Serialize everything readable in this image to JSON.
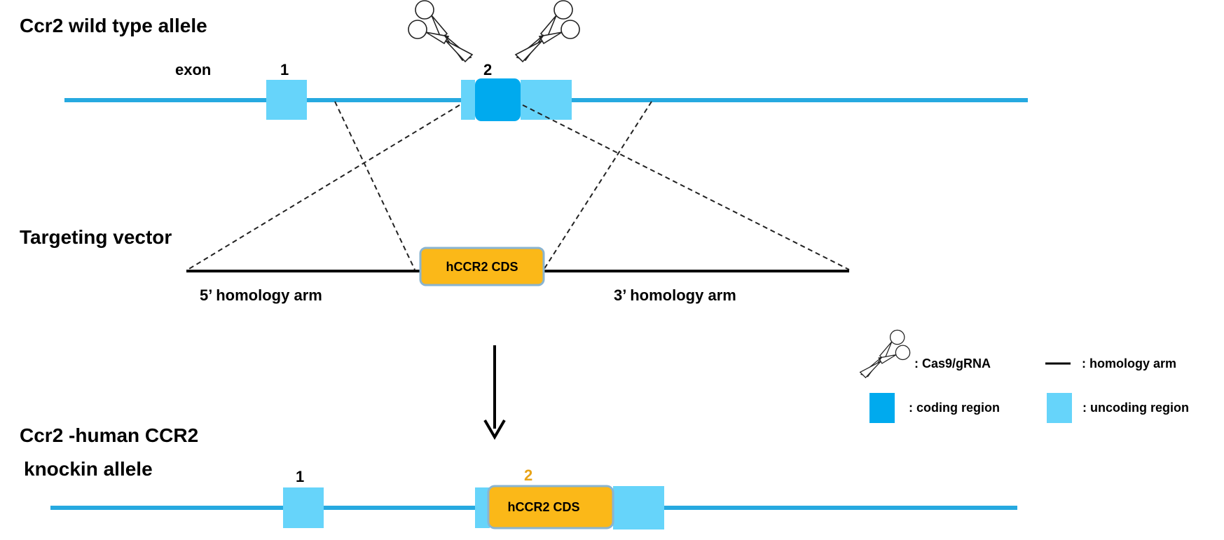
{
  "wt": {
    "title": "Ccr2 wild type allele",
    "exon_label": "exon",
    "exon1_num": "1",
    "exon2_num": "2"
  },
  "vector": {
    "title": "Targeting vector",
    "insert_label": "hCCR2 CDS",
    "arm5_label": "5’ homology arm",
    "arm3_label": "3’ homology arm"
  },
  "ki": {
    "title_line1": "Ccr2 -human CCR2",
    "title_line2": "knockin allele",
    "exon1_num": "1",
    "exon2_num": "2",
    "insert_label": "hCCR2 CDS"
  },
  "legend": {
    "cas9": ": Cas9/gRNA",
    "homology_arm": ": homology arm",
    "coding": ": coding region",
    "uncoding": ": uncoding region"
  },
  "colors": {
    "gene_line": "#26a9e0",
    "uncoding": "#66d4fa",
    "coding": "#00aaee",
    "insert": "#fbb818",
    "insert_border": "#8ab4d0",
    "exon2_ki_num": "#e8a317"
  }
}
